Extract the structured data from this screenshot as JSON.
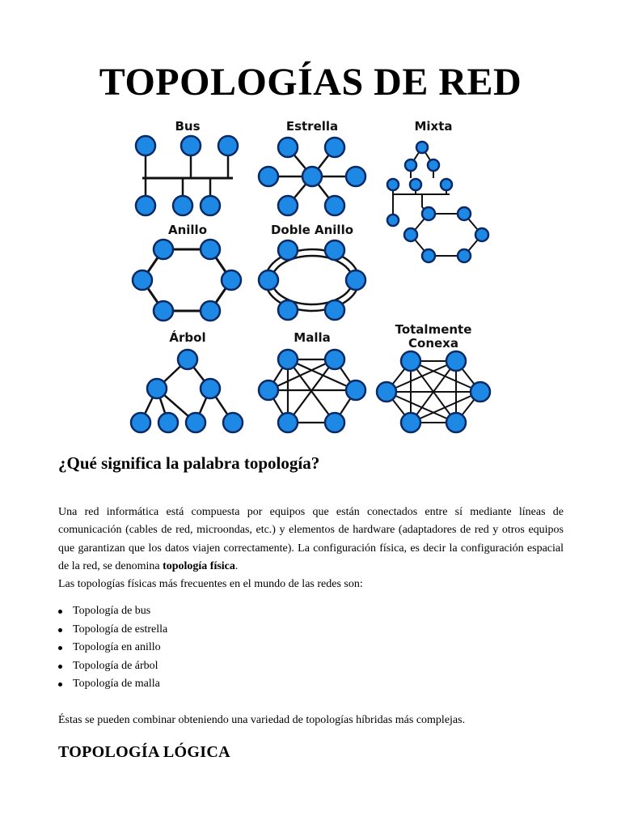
{
  "document": {
    "title": "TOPOLOGÍAS DE RED",
    "figure": {
      "labels": {
        "bus": "Bus",
        "estrella": "Estrella",
        "mixta": "Mixta",
        "anillo": "Anillo",
        "doble_anillo": "Doble Anillo",
        "arbol": "Árbol",
        "malla": "Malla",
        "totalmente_line1": "Totalmente",
        "totalmente_line2": "Conexa"
      },
      "colors": {
        "node_fill": "#1e88e5",
        "node_stroke": "#0a2a66",
        "line": "#111111"
      }
    },
    "section_heading": "¿Qué significa la palabra topología?",
    "paragraph1": {
      "before": "Una red informática está compuesta por equipos que están conectados entre sí mediante líneas de comunicación (cables de red, microondas, etc.) y elementos de hardware (adaptadores de red y otros equipos que garantizan que los datos viajen correctamente). La configuración física, es decir la configuración espacial de la red, se denomina ",
      "bold": "topología física",
      "after": "."
    },
    "paragraph2": "Las topologías físicas más frecuentes en el mundo de las redes son:",
    "list": [
      "Topología de bus",
      "Topología de estrella",
      "Topología en anillo",
      "Topología de árbol",
      "Topología de malla"
    ],
    "paragraph3": "Éstas se pueden combinar obteniendo una variedad de topologías híbridas más complejas.",
    "subheading": "TOPOLOGÍA LÓGICA"
  }
}
